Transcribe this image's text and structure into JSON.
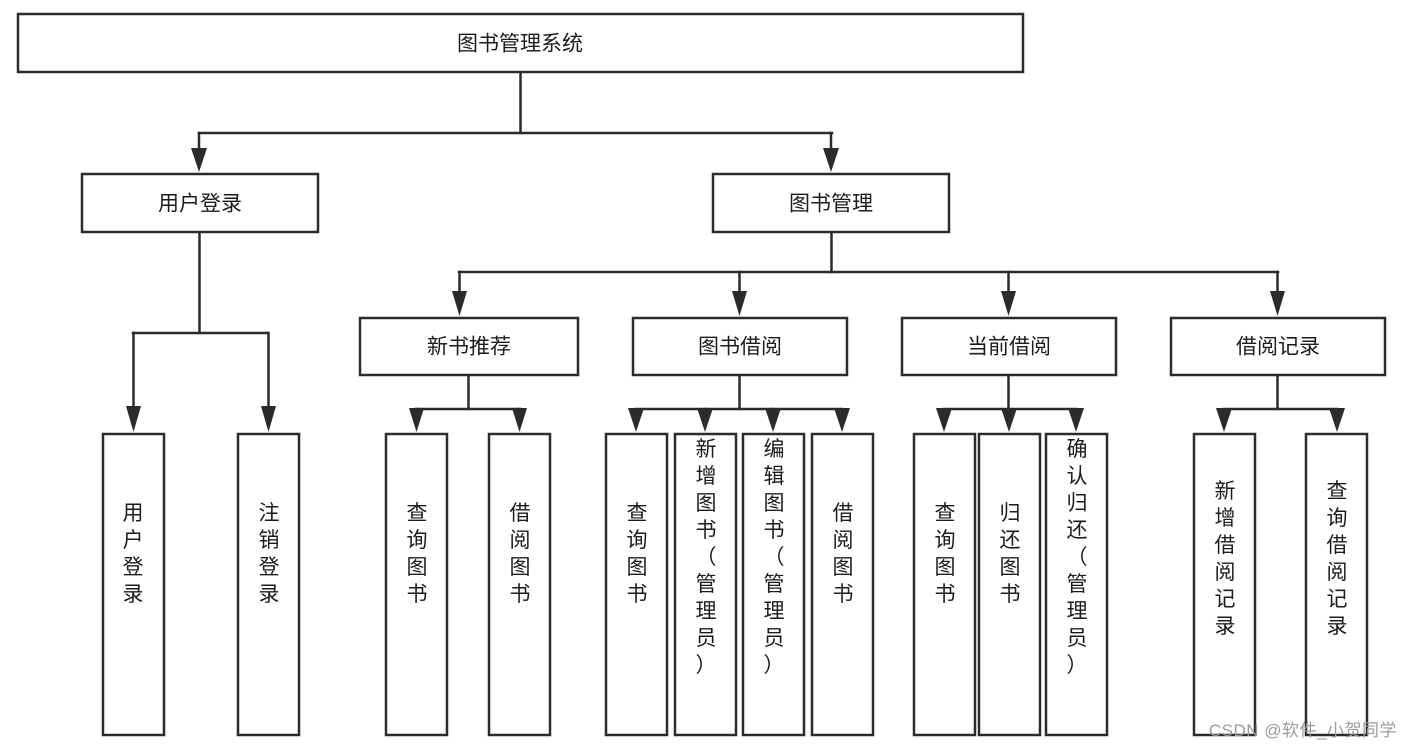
{
  "diagram": {
    "title": "图书管理系统",
    "type": "tree-hierarchy-diagram",
    "theme": {
      "background": "#ffffff",
      "stroke": "#2b2b2b",
      "box_fill": "#ffffff",
      "text": "#1c1c1c",
      "watermark_color": "#9b9b9b"
    },
    "root": {
      "label": "图书管理系统"
    },
    "level2": [
      {
        "label": "用户登录"
      },
      {
        "label": "图书管理"
      }
    ],
    "level3": [
      {
        "label": "新书推荐"
      },
      {
        "label": "图书借阅"
      },
      {
        "label": "当前借阅"
      },
      {
        "label": "借阅记录"
      }
    ],
    "leaves": {
      "user_login": [
        {
          "label": "用户登录"
        },
        {
          "label": "注销登录"
        }
      ],
      "new_book_recommend": [
        {
          "label": "查询图书"
        },
        {
          "label": "借阅图书"
        }
      ],
      "book_borrow": [
        {
          "label": "查询图书"
        },
        {
          "label": "新增图书（管理员）"
        },
        {
          "label": "编辑图书（管理员）"
        },
        {
          "label": "借阅图书"
        }
      ],
      "current_borrow": [
        {
          "label": "查询图书"
        },
        {
          "label": "归还图书"
        },
        {
          "label": "确认归还（管理员）"
        }
      ],
      "borrow_record": [
        {
          "label": "新增借阅记录"
        },
        {
          "label": "查询借阅记录"
        }
      ]
    }
  },
  "watermark": {
    "text": "CSDN @软件_小贺同学"
  }
}
